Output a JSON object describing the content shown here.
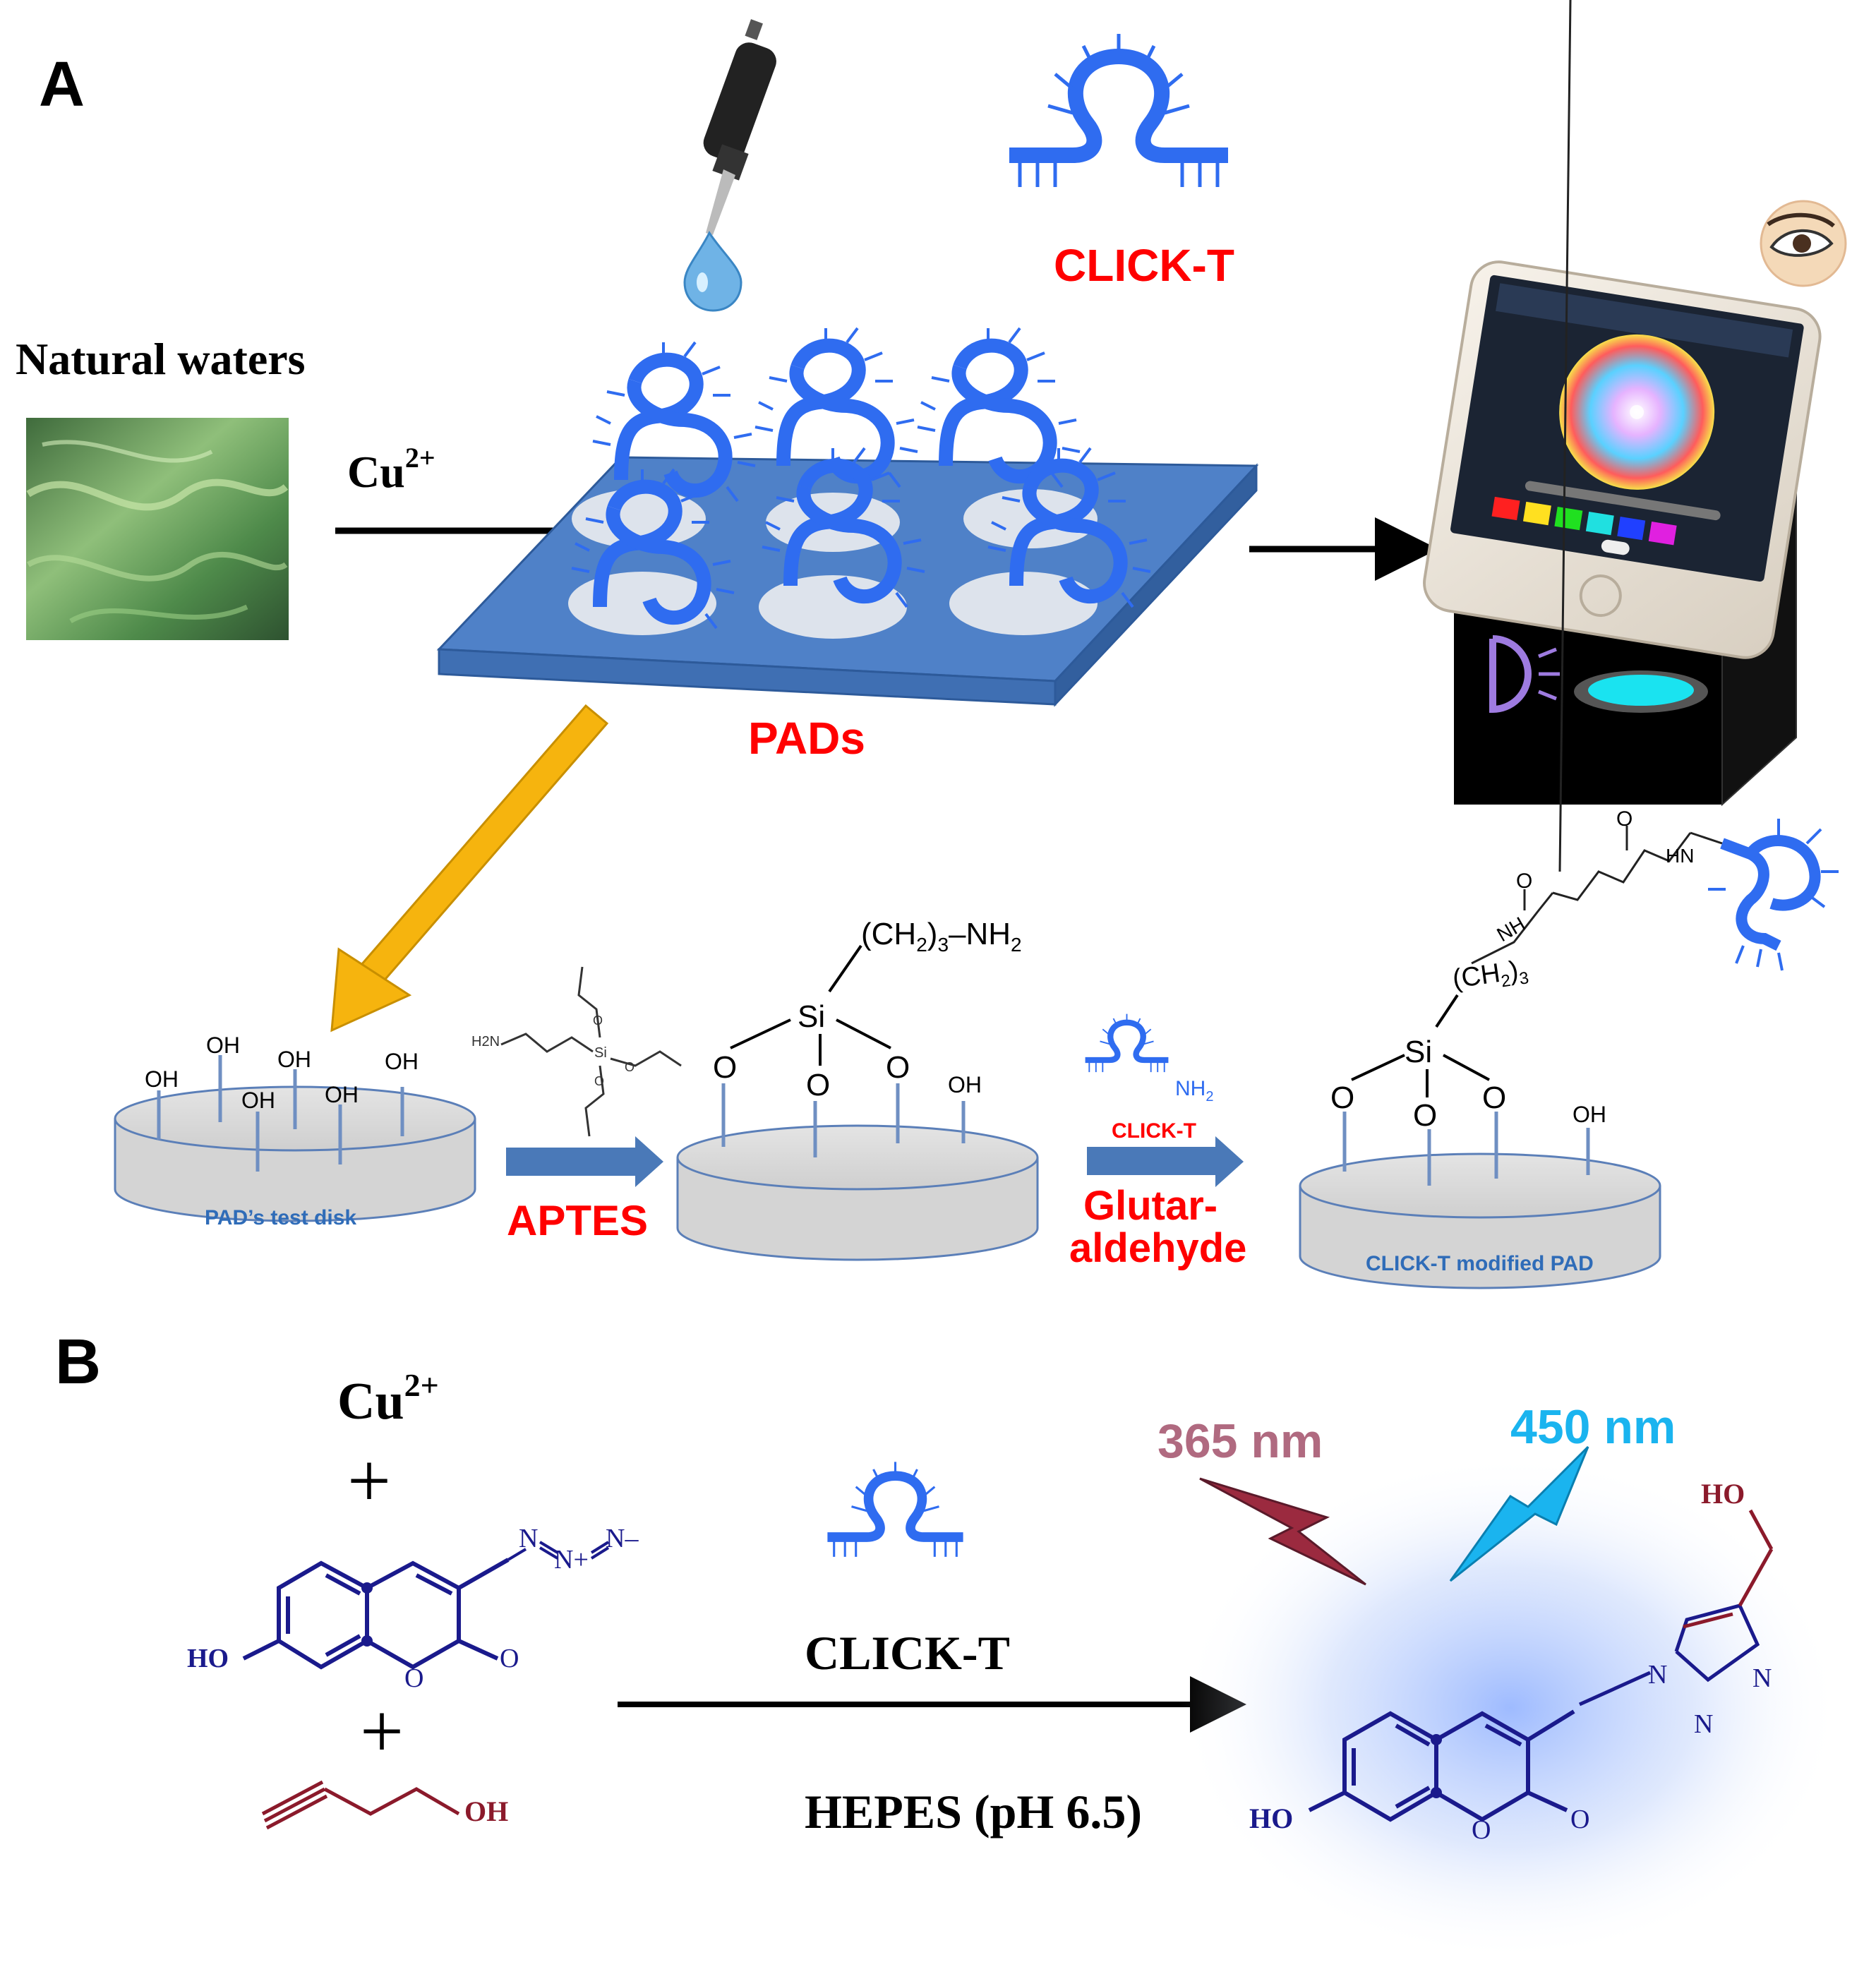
{
  "panel_a": {
    "label": "A",
    "natural_waters": "Natural waters",
    "cu_ion": "Cu",
    "cu_charge": "2+",
    "click_t_top": "CLICK-T",
    "pads": "PADs",
    "disk1_label": "PAD’s test disk",
    "aptes": "APTES",
    "oh": "OH",
    "si": "Si",
    "o": "O",
    "propylamine": "(CH",
    "propylamine_sub": "2",
    "propylamine_mid": ")",
    "propylamine_sub3": "3",
    "propylamine_end": "–NH",
    "propylamine_end_sub": "2",
    "click_t_small": "CLICK-T",
    "nh2": "NH",
    "nh2_sub": "2",
    "glutaraldehyde_1": "Glutar-",
    "glutaraldehyde_2": "aldehyde",
    "disk3_label": "CLICK-T modified PAD",
    "ch2_3": "(CH",
    "ch2_3_sub": "2",
    "ch2_3_end": ")",
    "ch2_3_sub3": "3",
    "nh": "NH",
    "hn": "HN",
    "aptes_h2n": "H2N",
    "aptes_si": "Si",
    "aptes_o": "O"
  },
  "panel_b": {
    "label": "B",
    "cu_ion": "Cu",
    "cu_charge": "2+",
    "plus": "+",
    "azide_n1": "N",
    "azide_n2": "N+",
    "azide_n3": "N–",
    "ho": "HO",
    "o_ring": "O",
    "o_carbonyl": "O",
    "oh_alkyne": "OH",
    "click_t": "CLICK-T",
    "hepes": "HEPES (pH 6.5)",
    "wavelength_excite": "365 nm",
    "wavelength_emit": "450 nm",
    "product_ho": "HO",
    "product_ho_top": "HO",
    "product_n": "N",
    "product_o": "O"
  },
  "colors": {
    "red_label": "#ff0000",
    "strand_blue": "#2f6cf0",
    "chem_navy": "#1a1a8c",
    "maroon": "#8b1a2b",
    "arrow_gold": "#f6b40e",
    "arrow_steel": "#4a79b8",
    "excite": "#b06a80",
    "emit": "#1ab4ef",
    "pad_blue": "#4f81c8"
  },
  "icons": [
    "pipette-icon",
    "droplet-icon",
    "eye-icon",
    "smartphone-icon",
    "dark-box-icon",
    "lamp-icon",
    "water-photo"
  ]
}
